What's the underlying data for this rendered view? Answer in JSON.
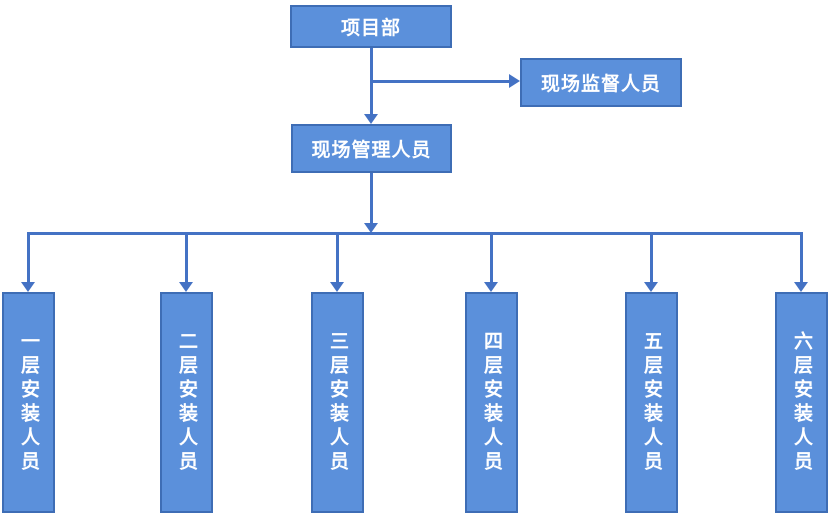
{
  "diagram": {
    "type": "org-chart",
    "colors": {
      "node_fill": "#5B90DB",
      "node_border": "#3E6DB5",
      "connector": "#4472C4",
      "text": "#FFFFFF",
      "bg": "#FFFFFF"
    },
    "nodes": {
      "project": {
        "label": "项目部"
      },
      "supervisor": {
        "label": "现场监督人员"
      },
      "manager": {
        "label": "现场管理人员"
      }
    },
    "children": [
      {
        "label": "一层安装人员"
      },
      {
        "label": "二层安装人员"
      },
      {
        "label": "三层安装人员"
      },
      {
        "label": "四层安装人员"
      },
      {
        "label": "五层安装人员"
      },
      {
        "label": "六层安装人员"
      }
    ],
    "edges": [
      {
        "from": "project",
        "to": "manager",
        "style": "arrow-down"
      },
      {
        "from": "project",
        "to": "supervisor",
        "style": "arrow-right"
      },
      {
        "from": "manager",
        "to": "children",
        "style": "bus-arrow-down"
      }
    ]
  }
}
